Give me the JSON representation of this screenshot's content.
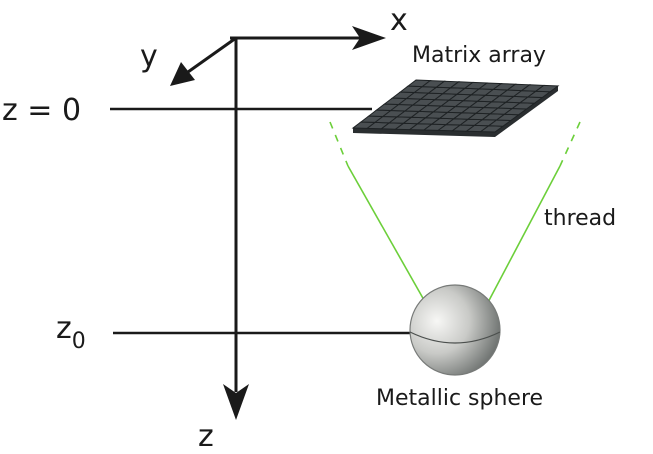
{
  "axes": {
    "x_label": "x",
    "y_label": "y",
    "z_label": "z"
  },
  "levels": {
    "z_zero": "z = 0",
    "z0_base": "z",
    "z0_sub": "0"
  },
  "labels": {
    "matrix_array": "Matrix array",
    "thread": "thread",
    "metallic_sphere": "Metallic sphere"
  },
  "colors": {
    "axis": "#1a1a1a",
    "thread": "#6ccf3a",
    "grid_cell": "#4a4f52",
    "grid_line": "#1e2224",
    "sphere_light": "#f4f4f2",
    "sphere_dark": "#5f6462"
  },
  "matrix_grid": {
    "rows": 8,
    "cols": 10
  }
}
